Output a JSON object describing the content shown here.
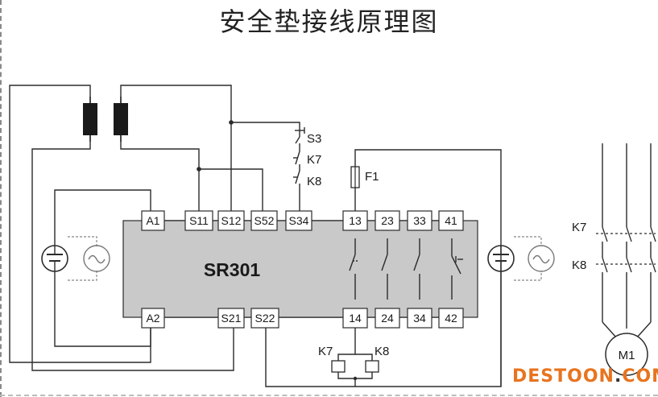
{
  "title": "安全垫接线原理图",
  "module": {
    "name": "SR301",
    "body_color": "#c9c9c9"
  },
  "terminals": {
    "top": [
      "A1",
      "S11",
      "S12",
      "S52",
      "S34",
      "13",
      "23",
      "33",
      "41"
    ],
    "bottom": [
      "A2",
      "S21",
      "S22",
      "14",
      "24",
      "34",
      "42"
    ]
  },
  "labels": {
    "s3": "S3",
    "k7": "K7",
    "k8": "K8",
    "f1": "F1",
    "coil_k7": "K7",
    "coil_k8": "K8",
    "motor_k7": "K7",
    "motor_k8": "K8",
    "motor": "M1"
  },
  "watermark": {
    "brand": "DESTOON",
    "dot": ".",
    "suffix": "COM"
  }
}
